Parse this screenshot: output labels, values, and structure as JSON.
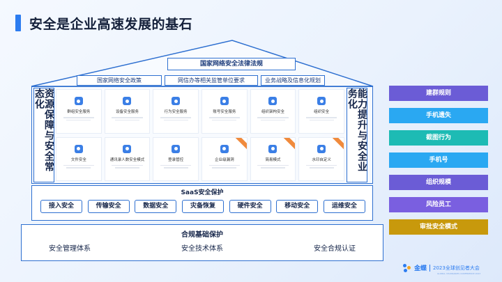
{
  "header": {
    "title": "安全是企业高速发展的基石"
  },
  "roof": {
    "title": "国家网络安全法律法规",
    "policies": [
      "国家网络安全政策",
      "网信办等相关监管单位要求",
      "业务战略及信息化规划"
    ]
  },
  "pillars": {
    "left": "资源保障与安全常态化",
    "right": "能力提升与安全业务化"
  },
  "cards": [
    {
      "name": "群组安全服务",
      "icon": "group-icon",
      "badge": false
    },
    {
      "name": "设备安全服务",
      "icon": "device-icon",
      "badge": false
    },
    {
      "name": "行为安全服务",
      "icon": "behavior-icon",
      "badge": false
    },
    {
      "name": "账号安全服务",
      "icon": "account-icon",
      "badge": false
    },
    {
      "name": "组织架构安全",
      "icon": "org-icon",
      "badge": false
    },
    {
      "name": "组织安全",
      "icon": "org-security-icon",
      "badge": false
    },
    {
      "name": "文件安全",
      "icon": "file-icon",
      "badge": false
    },
    {
      "name": "通讯录人数安全模式",
      "icon": "contacts-shield-icon",
      "badge": false
    },
    {
      "name": "登录管控",
      "icon": "login-icon",
      "badge": false
    },
    {
      "name": "企业级漏洞",
      "icon": "vulnerability-icon",
      "badge": true
    },
    {
      "name": "简易模式",
      "icon": "simple-mode-icon",
      "badge": true
    },
    {
      "name": "水印自定义",
      "icon": "watermark-icon",
      "badge": true
    }
  ],
  "saas": {
    "title": "SaaS安全保护",
    "items": [
      "接入安全",
      "传输安全",
      "数据安全",
      "灾备恢复",
      "硬件安全",
      "移动安全",
      "运维安全"
    ]
  },
  "base": {
    "title": "合规基础保护",
    "items": [
      "安全管理体系",
      "安全技术体系",
      "安全合规认证"
    ]
  },
  "right_tags": [
    {
      "label": "建群规则",
      "color": "#6b5cd6"
    },
    {
      "label": "手机遗失",
      "color": "#2aa8f2"
    },
    {
      "label": "截图行为",
      "color": "#1dbbb4"
    },
    {
      "label": "手机号",
      "color": "#2aa8f2"
    },
    {
      "label": "组织规模",
      "color": "#6b5cd6"
    },
    {
      "label": "风险员工",
      "color": "#7a5fe0"
    },
    {
      "label": "审批安全模式",
      "color": "#c8990c"
    }
  ],
  "footer": {
    "brand": "金蝶",
    "event": "2023全球创见者大会",
    "event_sub": "GLOBAL VISIONARIES CONFERENCE 2023"
  }
}
